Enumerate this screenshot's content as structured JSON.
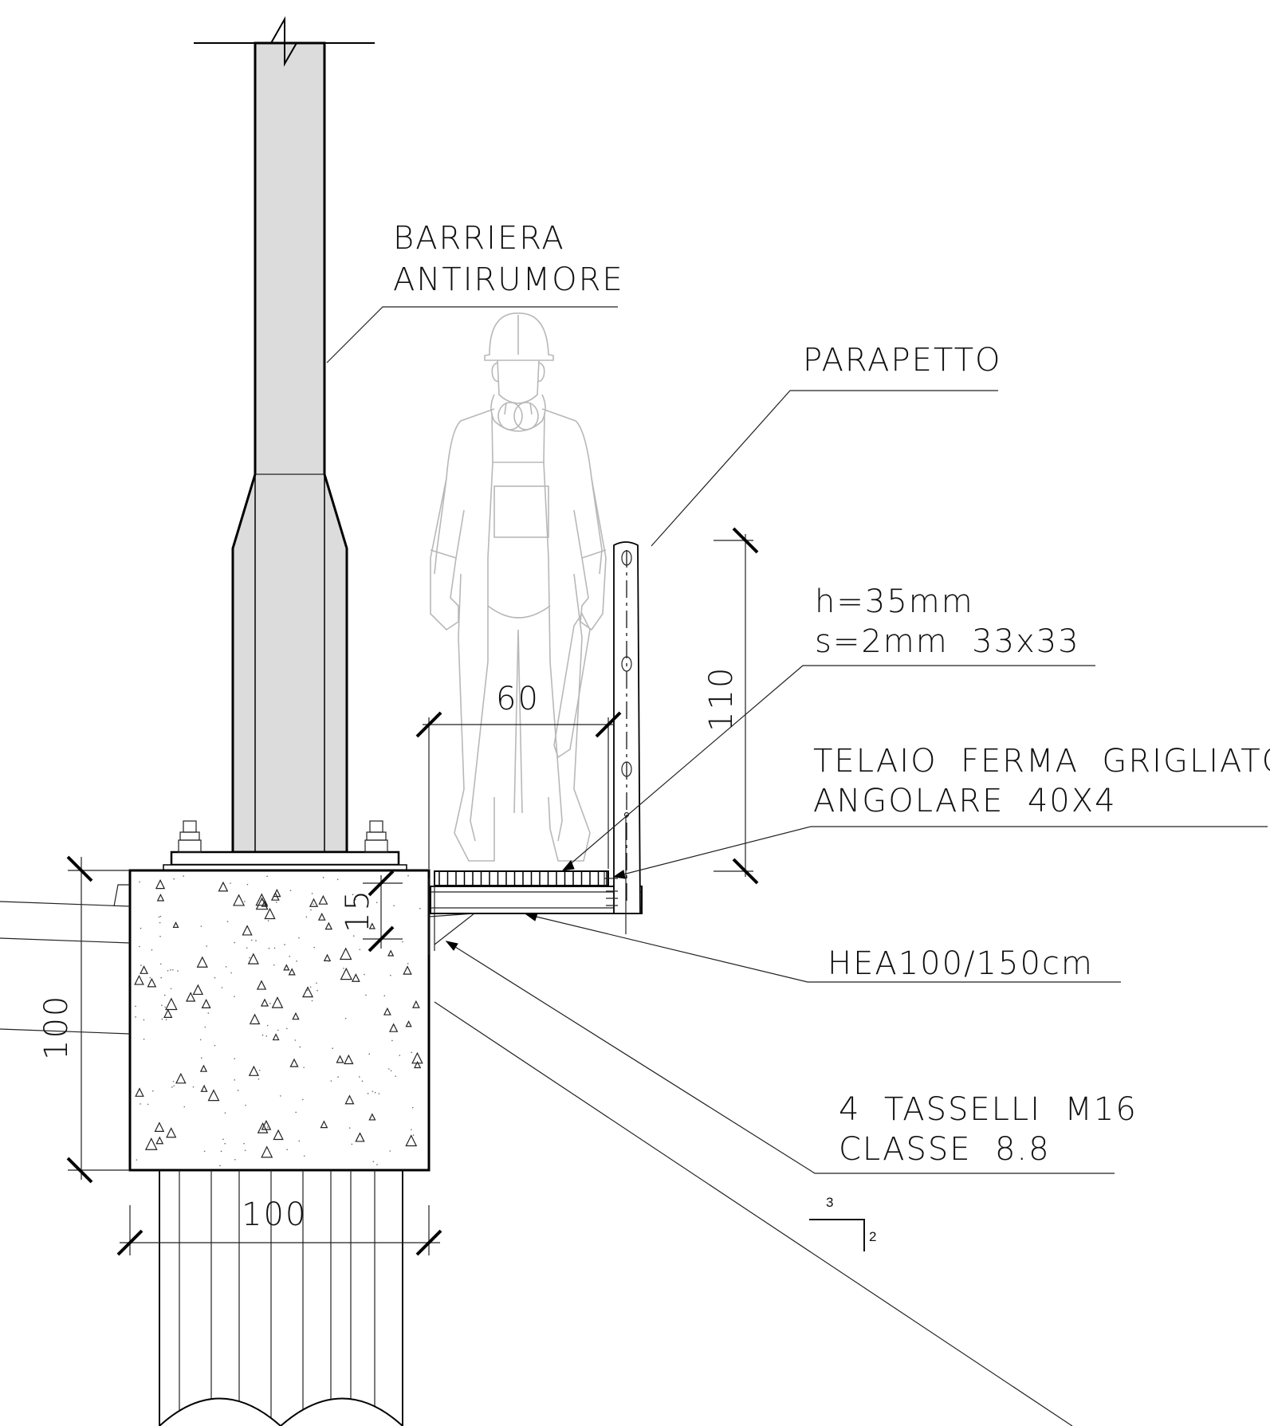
{
  "labels": {
    "barrier_line1": "BARRIERA",
    "barrier_line2": "ANTIRUMORE",
    "parapet": "PARAPETTO",
    "grating_line1": "h=35mm",
    "grating_line2": "s=2mm  33x33",
    "frame_line1": "TELAIO  FERMA  GRIGLIATO",
    "frame_line2": "ANGOLARE  40X4",
    "beam": "HEA100/150cm",
    "anchors_line1": "4  TASSELLI  M16",
    "anchors_line2": "CLASSE  8.8"
  },
  "dimensions": {
    "walkway_width": "60",
    "parapet_height": "110",
    "slab_offset": "15",
    "foundation_height": "100",
    "foundation_width": "100"
  },
  "section_marker": {
    "top": "3",
    "bottom": "2"
  },
  "colors": {
    "post_fill": "#dcdcdc",
    "pile_fill": "#ffffff",
    "figure_stroke": "#b8b8b8"
  }
}
